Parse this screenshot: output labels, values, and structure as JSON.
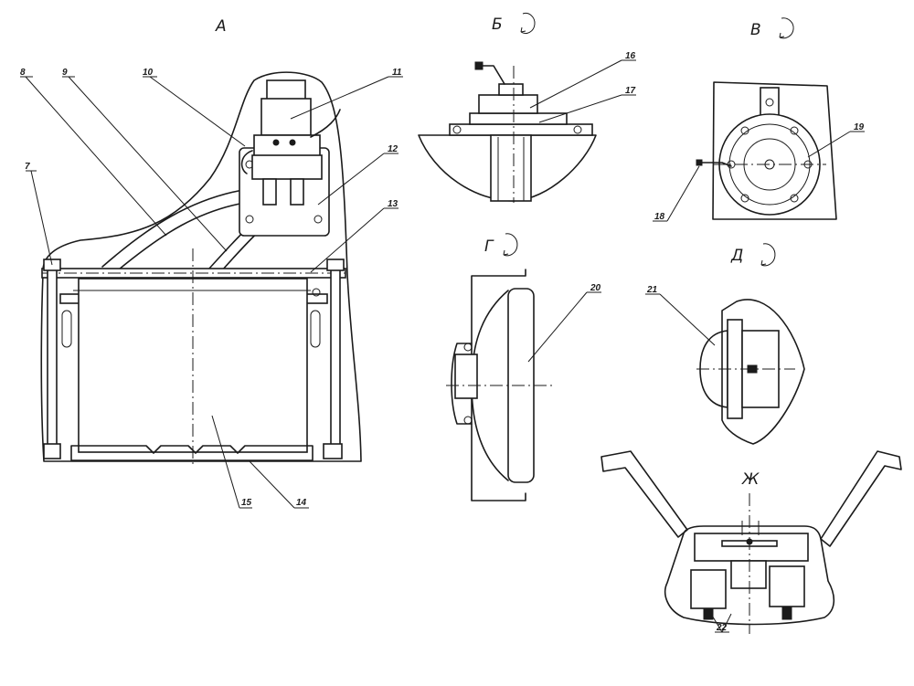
{
  "views": {
    "a": "А",
    "b": "Б",
    "v": "В",
    "g": "Г",
    "d": "Д",
    "zh": "Ж"
  },
  "callouts": [
    "7",
    "8",
    "9",
    "10",
    "11",
    "12",
    "13",
    "14",
    "15",
    "16",
    "17",
    "18",
    "19",
    "20",
    "21",
    "22"
  ]
}
